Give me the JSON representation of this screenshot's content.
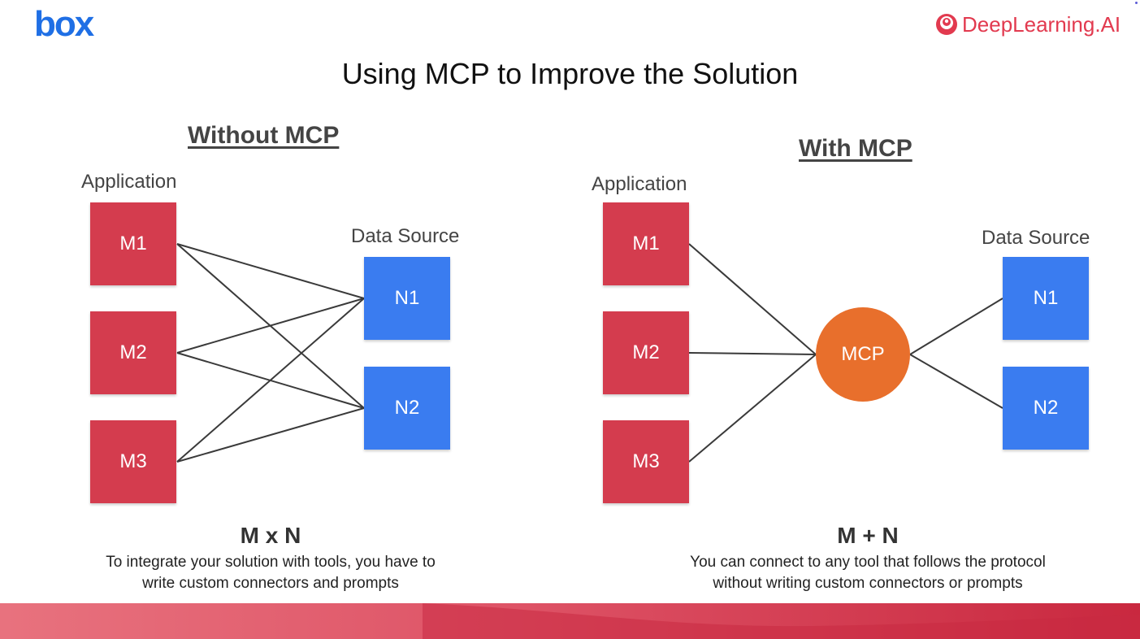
{
  "logos": {
    "left": "box",
    "right": "DeepLearning.AI"
  },
  "title": "Using MCP to Improve the Solution",
  "without": {
    "heading": "Without MCP",
    "app_label": "Application",
    "ds_label": "Data Source",
    "apps": [
      "M1",
      "M2",
      "M3"
    ],
    "sources": [
      "N1",
      "N2"
    ],
    "formula": "M x N",
    "desc_line1": "To integrate your solution with tools, you have to",
    "desc_line2": "write custom connectors and prompts"
  },
  "with": {
    "heading": "With MCP",
    "app_label": "Application",
    "ds_label": "Data Source",
    "apps": [
      "M1",
      "M2",
      "M3"
    ],
    "hub": "MCP",
    "sources": [
      "N1",
      "N2"
    ],
    "formula": "M + N",
    "desc_line1": "You can connect to any tool that follows the protocol",
    "desc_line2": "without writing custom connectors or prompts"
  },
  "colors": {
    "app_box": "#d43c4e",
    "source_box": "#3a7cf0",
    "hub": "#e86f2c",
    "brand_box": "#1f6fe5",
    "brand_dl": "#e23a4f"
  }
}
